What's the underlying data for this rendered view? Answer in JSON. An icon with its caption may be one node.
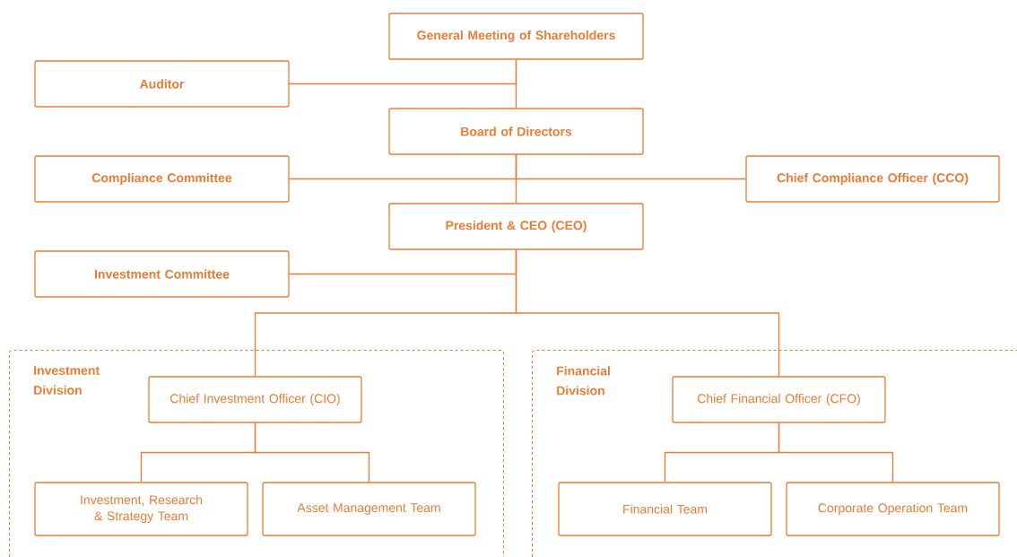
{
  "diagram": {
    "nodes": [
      {
        "text": [
          "General Meeting of Shareholders"
        ]
      },
      {
        "text": [
          "Auditor"
        ]
      },
      {
        "text": [
          "Board of Directors"
        ]
      },
      {
        "text": [
          "Compliance Committee"
        ]
      },
      {
        "text": [
          "Chief Compliance Officer (CCO)"
        ]
      },
      {
        "text": [
          "President & CEO (CEO)"
        ]
      },
      {
        "text": [
          "Investment Committee"
        ]
      },
      {
        "text": [
          "Investment Division"
        ]
      },
      {
        "text": [
          "Chief Investment Officer (CIO)"
        ],
        "in": 7
      },
      {
        "text": [
          "Investment, Research & Strategy Team"
        ],
        "in": 7
      },
      {
        "text": [
          "Asset Management Team"
        ],
        "in": 7
      },
      {
        "text": [
          "Financial Division"
        ]
      },
      {
        "text": [
          "Chief Financial Officer (CFO)"
        ],
        "in": 11
      },
      {
        "text": [
          "Financial Team"
        ],
        "in": 11
      },
      {
        "text": [
          "Corporate Operation Team"
        ],
        "in": 11
      }
    ],
    "edges": [
      {
        "from": 0,
        "to": 2,
        "arrow": "none"
      },
      {
        "from": 1,
        "to": 0,
        "arrow": "none"
      },
      {
        "from": 2,
        "to": 3,
        "arrow": "none"
      },
      {
        "from": 2,
        "to": 4,
        "arrow": "none"
      },
      {
        "from": 2,
        "to": 5,
        "arrow": "none"
      },
      {
        "from": 6,
        "to": 5,
        "arrow": "none"
      },
      {
        "from": 5,
        "to": 8,
        "arrow": "none"
      },
      {
        "from": 5,
        "to": 12,
        "arrow": "none"
      },
      {
        "from": 8,
        "to": 9,
        "arrow": "none"
      },
      {
        "from": 8,
        "to": 10,
        "arrow": "none"
      },
      {
        "from": 12,
        "to": 13,
        "arrow": "none"
      },
      {
        "from": 12,
        "to": 14,
        "arrow": "none"
      }
    ]
  }
}
